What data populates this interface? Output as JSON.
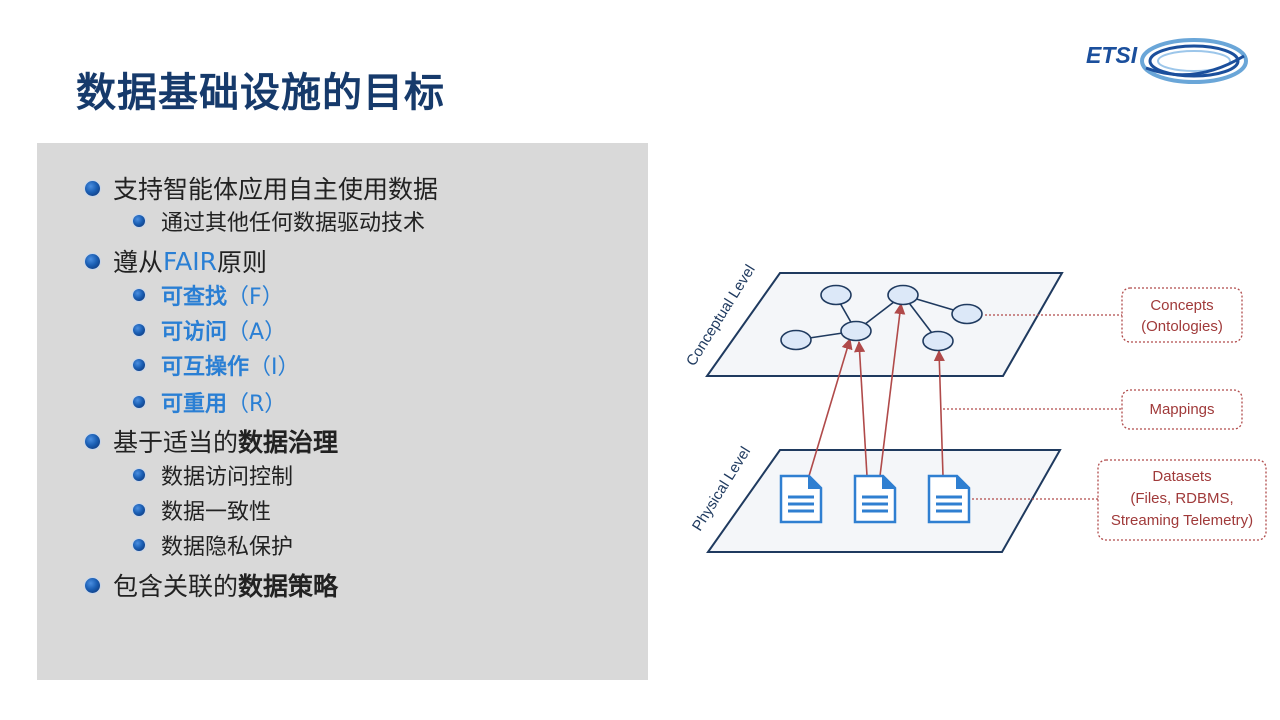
{
  "title": "数据基础设施的目标",
  "logo": {
    "text": "ETSI"
  },
  "bullets": [
    {
      "level": 1,
      "segments": [
        {
          "text": "支持智能体应用自主使用数据"
        }
      ]
    },
    {
      "level": 2,
      "segments": [
        {
          "text": "通过其他任何数据驱动技术"
        }
      ]
    },
    {
      "level": 1,
      "segments": [
        {
          "text": "遵从"
        },
        {
          "text": "FAIR",
          "style": "blue"
        },
        {
          "text": "原则"
        }
      ]
    },
    {
      "level": 2,
      "segments": [
        {
          "text": "可查找",
          "style": "blue-bold"
        },
        {
          "text": "（F）",
          "style": "blue"
        }
      ]
    },
    {
      "level": 2,
      "segments": [
        {
          "text": "可访问",
          "style": "blue-bold"
        },
        {
          "text": "（A）",
          "style": "blue"
        }
      ]
    },
    {
      "level": 2,
      "segments": [
        {
          "text": "可互操作",
          "style": "blue-bold"
        },
        {
          "text": "（I）",
          "style": "blue"
        }
      ]
    },
    {
      "level": 2,
      "segments": [
        {
          "text": "可重用",
          "style": "blue-bold"
        },
        {
          "text": "（R）",
          "style": "blue"
        }
      ]
    },
    {
      "level": 1,
      "segments": [
        {
          "text": "基于适当的"
        },
        {
          "text": "数据治理",
          "style": "bold"
        }
      ]
    },
    {
      "level": 2,
      "segments": [
        {
          "text": "数据访问控制"
        }
      ]
    },
    {
      "level": 2,
      "segments": [
        {
          "text": "数据一致性"
        }
      ]
    },
    {
      "level": 2,
      "segments": [
        {
          "text": "数据隐私保护"
        }
      ]
    },
    {
      "level": 1,
      "segments": [
        {
          "text": "包含关联的"
        },
        {
          "text": "数据策略",
          "style": "bold"
        }
      ]
    }
  ],
  "diagram": {
    "conceptual_level": "Conceptual Level",
    "physical_level": "Physical Level",
    "concepts": [
      "Concepts",
      "(Ontologies)"
    ],
    "mappings": "Mappings",
    "datasets": [
      "Datasets",
      "(Files, RDBMS,",
      "Streaming Telemetry)"
    ]
  },
  "colors": {
    "title": "#163a6b",
    "accent_blue": "#2a7fd4",
    "panel_bg": "#d9d9d9",
    "plane_stroke": "#1f3a5f",
    "node_fill": "#dce8f8",
    "arrow": "#b04a4a",
    "label_text": "#a03a3a",
    "doc_blue": "#2f7fd1"
  }
}
